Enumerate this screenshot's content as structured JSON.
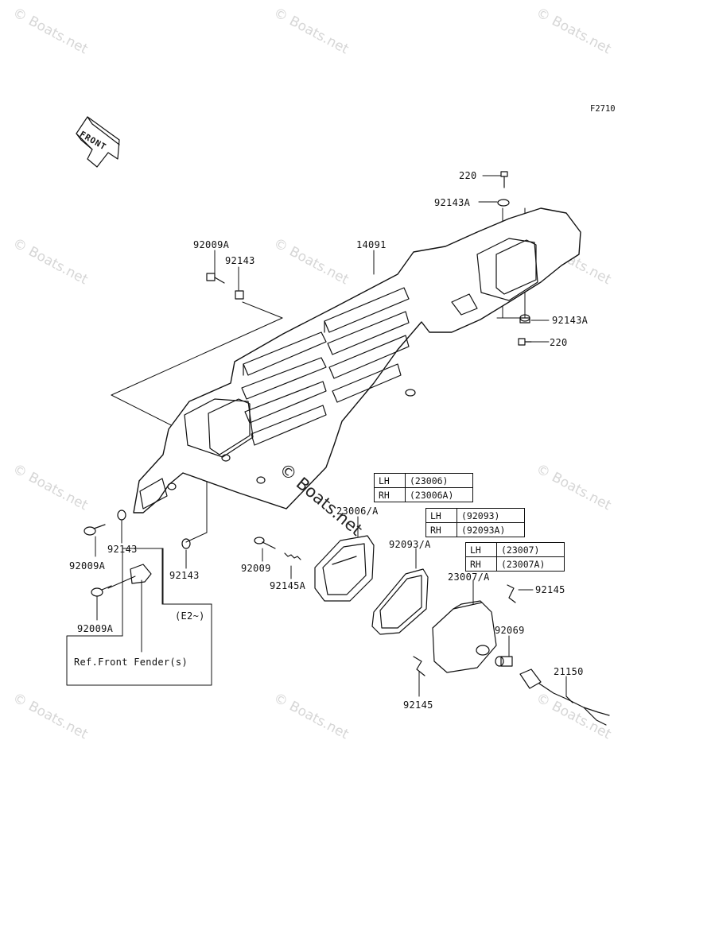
{
  "figure_code": "F2710",
  "front_arrow": "FRONT",
  "watermark": "© Boats.net",
  "labels": {
    "p220_top": "220",
    "p92143A_top": "92143A",
    "p14091": "14091",
    "p92009A_top": "92009A",
    "p92143_top": "92143",
    "p92143A_right": "92143A",
    "p220_right": "220",
    "p92143_left": "92143",
    "p92009A_left": "92009A",
    "p92143_mid": "92143",
    "p92009A_low": "92009A",
    "p92009": "92009",
    "p92145A": "92145A",
    "p23006": "23006/A",
    "p92093": "92093/A",
    "p23007": "23007/A",
    "p92145_right": "92145",
    "p92069": "92069",
    "p21150": "21150",
    "p92145_bottom": "92145",
    "e2": "(E2~)",
    "ref_front_fender": "Ref.Front Fender(s)"
  },
  "variants": {
    "v23006": [
      {
        "side": "LH",
        "part": "(23006)"
      },
      {
        "side": "RH",
        "part": "(23006A)"
      }
    ],
    "v92093": [
      {
        "side": "LH",
        "part": "(92093)"
      },
      {
        "side": "RH",
        "part": "(92093A)"
      }
    ],
    "v23007": [
      {
        "side": "LH",
        "part": "(23007)"
      },
      {
        "side": "RH",
        "part": "(23007A)"
      }
    ]
  }
}
